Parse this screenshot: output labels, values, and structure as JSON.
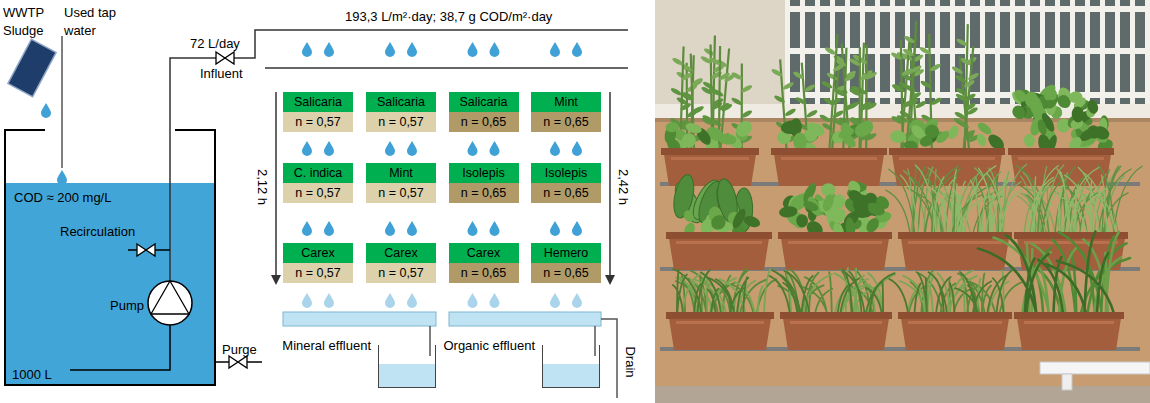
{
  "diagram": {
    "nodes": [
      {
        "text": [
          "COD ≈ 200 mg/L",
          "Recirculation",
          "Pump",
          "1000 L"
        ]
      },
      {
        "text": [
          "Salicaria",
          "n = 0,57"
        ]
      },
      {
        "text": [
          "Salicaria",
          "n = 0,57"
        ]
      },
      {
        "text": [
          "Salicaria",
          "n = 0,65"
        ]
      },
      {
        "text": [
          "Mint",
          "n = 0,65"
        ]
      },
      {
        "text": [
          "C. indica",
          "n = 0,57"
        ]
      },
      {
        "text": [
          "Mint",
          "n = 0,57"
        ]
      },
      {
        "text": [
          "Isolepis",
          "n = 0,65"
        ]
      },
      {
        "text": [
          "Isolepis",
          "n = 0,65"
        ]
      },
      {
        "text": [
          "Carex",
          "n = 0,57"
        ]
      },
      {
        "text": [
          "Carex",
          "n = 0,57"
        ]
      },
      {
        "text": [
          "Carex",
          "n = 0,65"
        ]
      },
      {
        "text": [
          "Hemero",
          "n = 0,65"
        ]
      },
      {
        "text": [
          "Mineral effluent"
        ]
      },
      {
        "text": [
          "Organic effluent"
        ]
      }
    ],
    "labels": [
      "WWTP Sludge",
      "Used tap water",
      "72 L/day",
      "Influent",
      "193,3 L/m²·day; 38,7 g COD/m²·day",
      "2,12 h",
      "2,42 h",
      "Purge",
      "Drain"
    ]
  }
}
